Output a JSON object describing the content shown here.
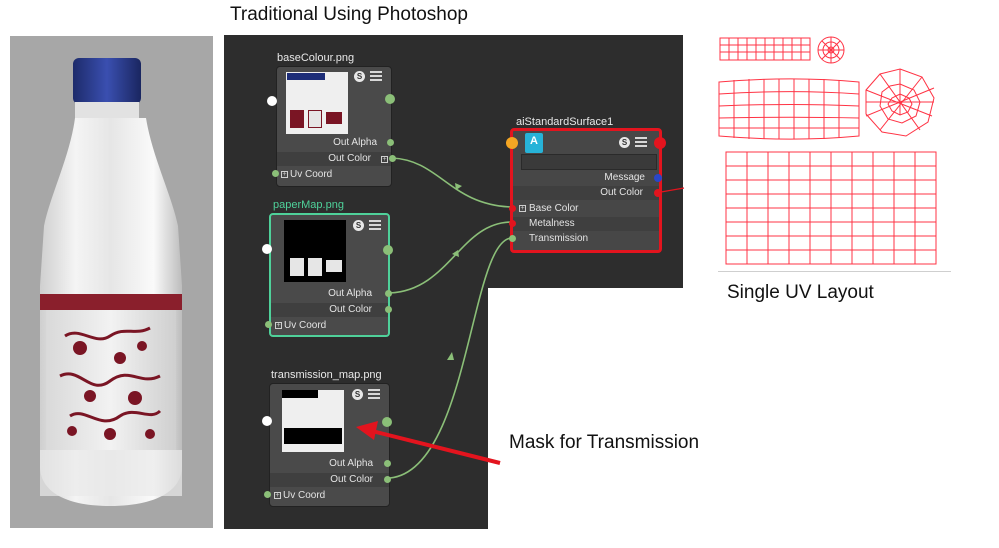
{
  "header": {
    "title": "Traditional Using Photoshop"
  },
  "nodes": {
    "base": {
      "title": "baseColour.png",
      "out_alpha": "Out Alpha",
      "out_color": "Out Color",
      "uv": "Uv Coord"
    },
    "paper": {
      "title": "paperMap.png",
      "out_alpha": "Out Alpha",
      "out_color": "Out Color",
      "uv": "Uv Coord"
    },
    "trans": {
      "title": "transmission_map.png",
      "out_alpha": "Out Alpha",
      "out_color": "Out Color",
      "uv": "Uv Coord"
    },
    "shader": {
      "title": "aiStandardSurface1",
      "message": "Message",
      "out_color": "Out Color",
      "base_color": "Base Color",
      "metalness": "Metalness",
      "transmission": "Transmission"
    }
  },
  "annotations": {
    "mask": "Mask for Transmission",
    "uv_layout": "Single UV Layout"
  },
  "colors": {
    "selected_border": "#4fd19a",
    "shader_border": "#e3141e",
    "wire": "#8bbf78",
    "arrow": "#e3141e",
    "uv_lines": "#ff3344"
  }
}
